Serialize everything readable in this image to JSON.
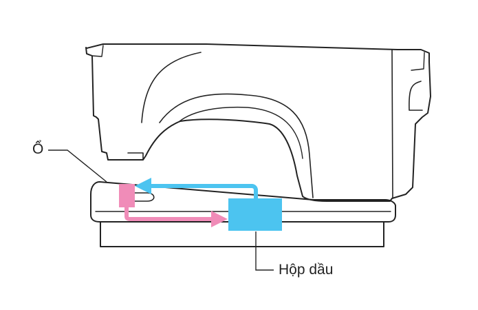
{
  "labels": {
    "hook": "Ổ",
    "oil_box": "Hộp dầu"
  },
  "colors": {
    "outline": "#222222",
    "hook_marker": "#f08cb8",
    "hook_arrow": "#f08cb8",
    "oil_box": "#4cc4f0",
    "oil_arrow": "#4cc4f0",
    "leader_line": "#222222"
  },
  "icons": {
    "machine": "sewing-machine-outline"
  }
}
